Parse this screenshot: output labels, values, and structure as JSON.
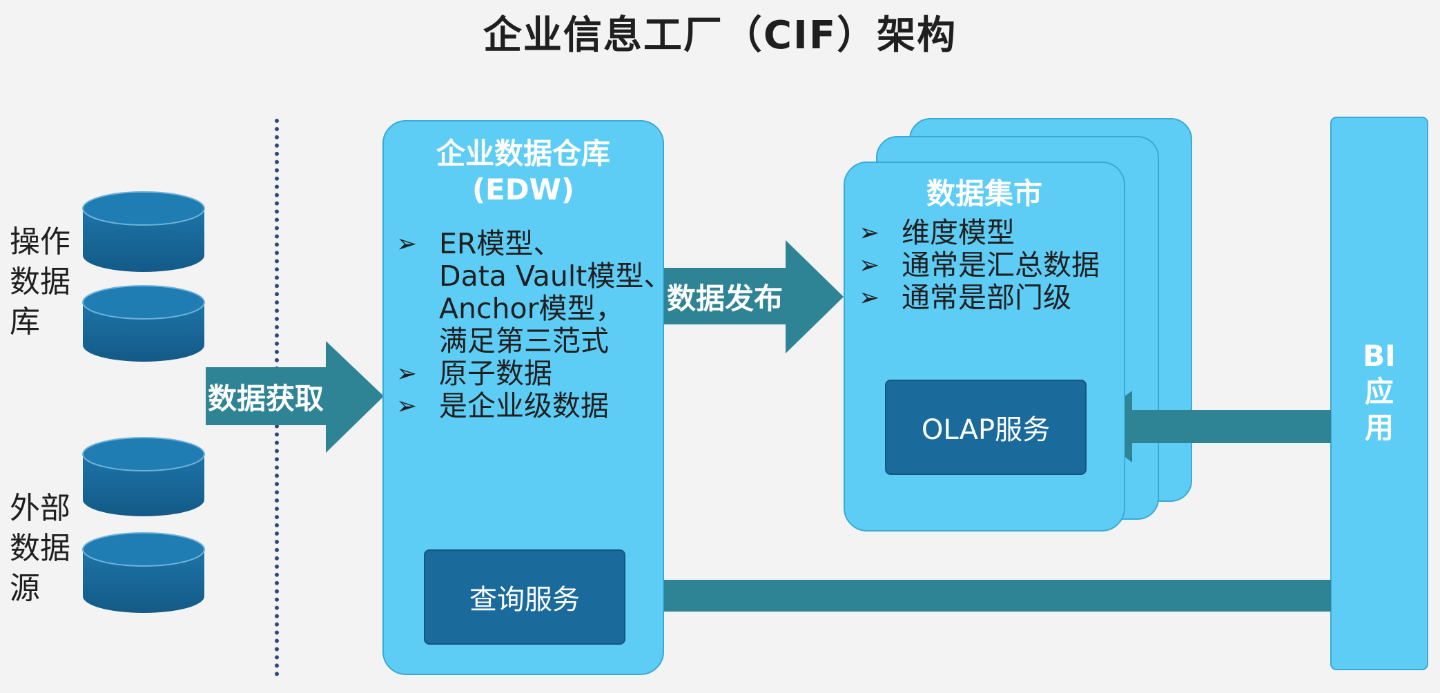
{
  "title": "企业信息工厂（CIF）架构",
  "sources": {
    "operational_label": "操作\n数据\n库",
    "external_label": "外部\n数据\n源"
  },
  "arrows": {
    "acquire_label": "数据获取",
    "publish_label": "数据发布"
  },
  "edw": {
    "title_line1": "企业数据仓库",
    "title_line2": "(EDW)",
    "bullets": [
      "ER模型、\nData Vault模型、\nAnchor模型，\n满足第三范式",
      "原子数据",
      "是企业级数据"
    ],
    "query_service": "查询服务"
  },
  "mart": {
    "title": "数据集市",
    "bullets": [
      "维度模型",
      "通常是汇总数据",
      "通常是部门级"
    ],
    "olap_service": "OLAP服务"
  },
  "bi": {
    "label": "BI\n应\n用"
  },
  "colors": {
    "box_fill": "#5ecdf6",
    "service_fill": "#1a6a9c",
    "arrow_fill": "#2e8394",
    "db_fill": "#1a6a9c"
  }
}
